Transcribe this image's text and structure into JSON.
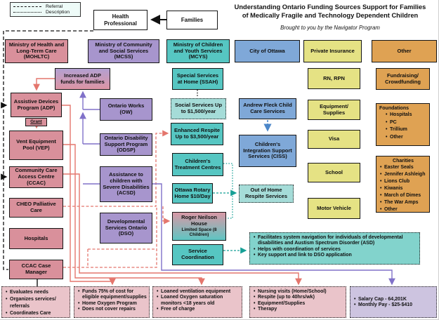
{
  "legend": {
    "referral": "Referral",
    "description": "Description"
  },
  "title": {
    "line1": "Understanding Ontario Funding Sources Support for Families",
    "line2": "of Medically Fragile and Technology Dependent Children",
    "subtitle": "Brought to you by the Navigator Program"
  },
  "top": {
    "health_professional": "Health Professional",
    "families": "Families"
  },
  "headers": {
    "mohltc": "Ministry of Health and Long-Term Care (MOHLTC)",
    "mcss": "Ministry of Community and Social Services (MCSS)",
    "mcys": "Ministry of Children and Youth Services (MCYS)",
    "city": "City of Ottawa",
    "private_insurance": "Private Insurance",
    "other": "Other"
  },
  "mohltc": {
    "increased_adp": "Increased ADP funds for families",
    "adp": "Assistive Devices Program (ADP)",
    "grant": "Grant",
    "vep": "Vent Equipment Pool (VEP)",
    "ccac": "Community Care Access Centre (CCAC)",
    "cheo": "CHEO Palliative Care",
    "hospitals": "Hospitals",
    "ccac_case_manager": "CCAC Case Manager"
  },
  "mcss": {
    "ow": "Ontario Works (OW)",
    "odsp": "Ontario Disability Support Program (ODSP)",
    "acsd": "Assistance to children with Severe Disabilities (ACSD)",
    "dso": "Developmental Services Ontario (DSO)"
  },
  "mcys": {
    "ssah": "Special Services at Home (SSAH)",
    "social_services": "Social Services Up to $1,500/year",
    "enhanced_respite": "Enhanced Respite Up to $3,500/year",
    "ctc": "Children's Treatment Centres",
    "rotary": "Ottawa Rotary Home $10/Day",
    "rnh_title": "Roger Neilson House",
    "rnh_note": "Limited Space (8 Children)",
    "service_coordination": "Service Coordination"
  },
  "city": {
    "andrew_fleck": "Andrew Fleck Child Care Services",
    "ciss": "Children's Integration Support Services (CISS)",
    "out_of_home": "Out of Home Respite Services",
    "facilitates_items": [
      "Facilitates system navigation for individuals of developmental disabilities and Austism Spectrum Disorder (ASD)",
      "Helps with coordination of services",
      "Key support and link to DSO application"
    ]
  },
  "private_insurance": {
    "rn_rpn": "RN, RPN",
    "equipment": "Equipment/ Supplies",
    "visa": "Visa",
    "school": "School",
    "motor_vehicle": "Motor Vehicle"
  },
  "other": {
    "fundraising": "Fundraising/ Crowdfunding",
    "foundations_title": "Foundations",
    "foundations_items": [
      "Hospitals",
      "PC",
      "Trillium",
      "Other"
    ],
    "charities_title": "Charities",
    "charities_items": [
      "Easter Seals",
      "Jennifer Ashleigh",
      "Lions Club",
      "Kiwanis",
      "March of Dimes",
      "The War Amps",
      "Other"
    ]
  },
  "bottom": {
    "box1_items": [
      "Evaluates needs",
      "Organizes services/ referrals",
      "Coordinates Care"
    ],
    "box2_items": [
      "Funds 75% of cost for eligible equipment/supplies",
      "Home Oxygen Program",
      "Does not cover repairs"
    ],
    "box3_items": [
      "Loaned ventilation equipment",
      "Loaned Oxygen saturation monitors <18 years old",
      "Free of charge"
    ],
    "box4_items": [
      "Nursing visits (Home/School)",
      "Respite (up to 40hrs/wk)",
      "Equipment/Supplies",
      "Therapy"
    ],
    "box5_items": [
      "Salary Cap - 64,201K",
      "Monthly Pay - $25-$410"
    ]
  },
  "palette": {
    "mohltc_pink": "#d9909b",
    "mcss_purple": "#a795cd",
    "mcys_teal": "#56c6c2",
    "light_teal": "#a5dcd8",
    "city_blue": "#7fa8d8",
    "insurance_yellow": "#e5e284",
    "other_orange": "#dfa253",
    "referral_red_line": "#e4766d",
    "purple_line": "#8071c9",
    "teal_line": "#16a096",
    "blue_line": "#4c87c9"
  }
}
